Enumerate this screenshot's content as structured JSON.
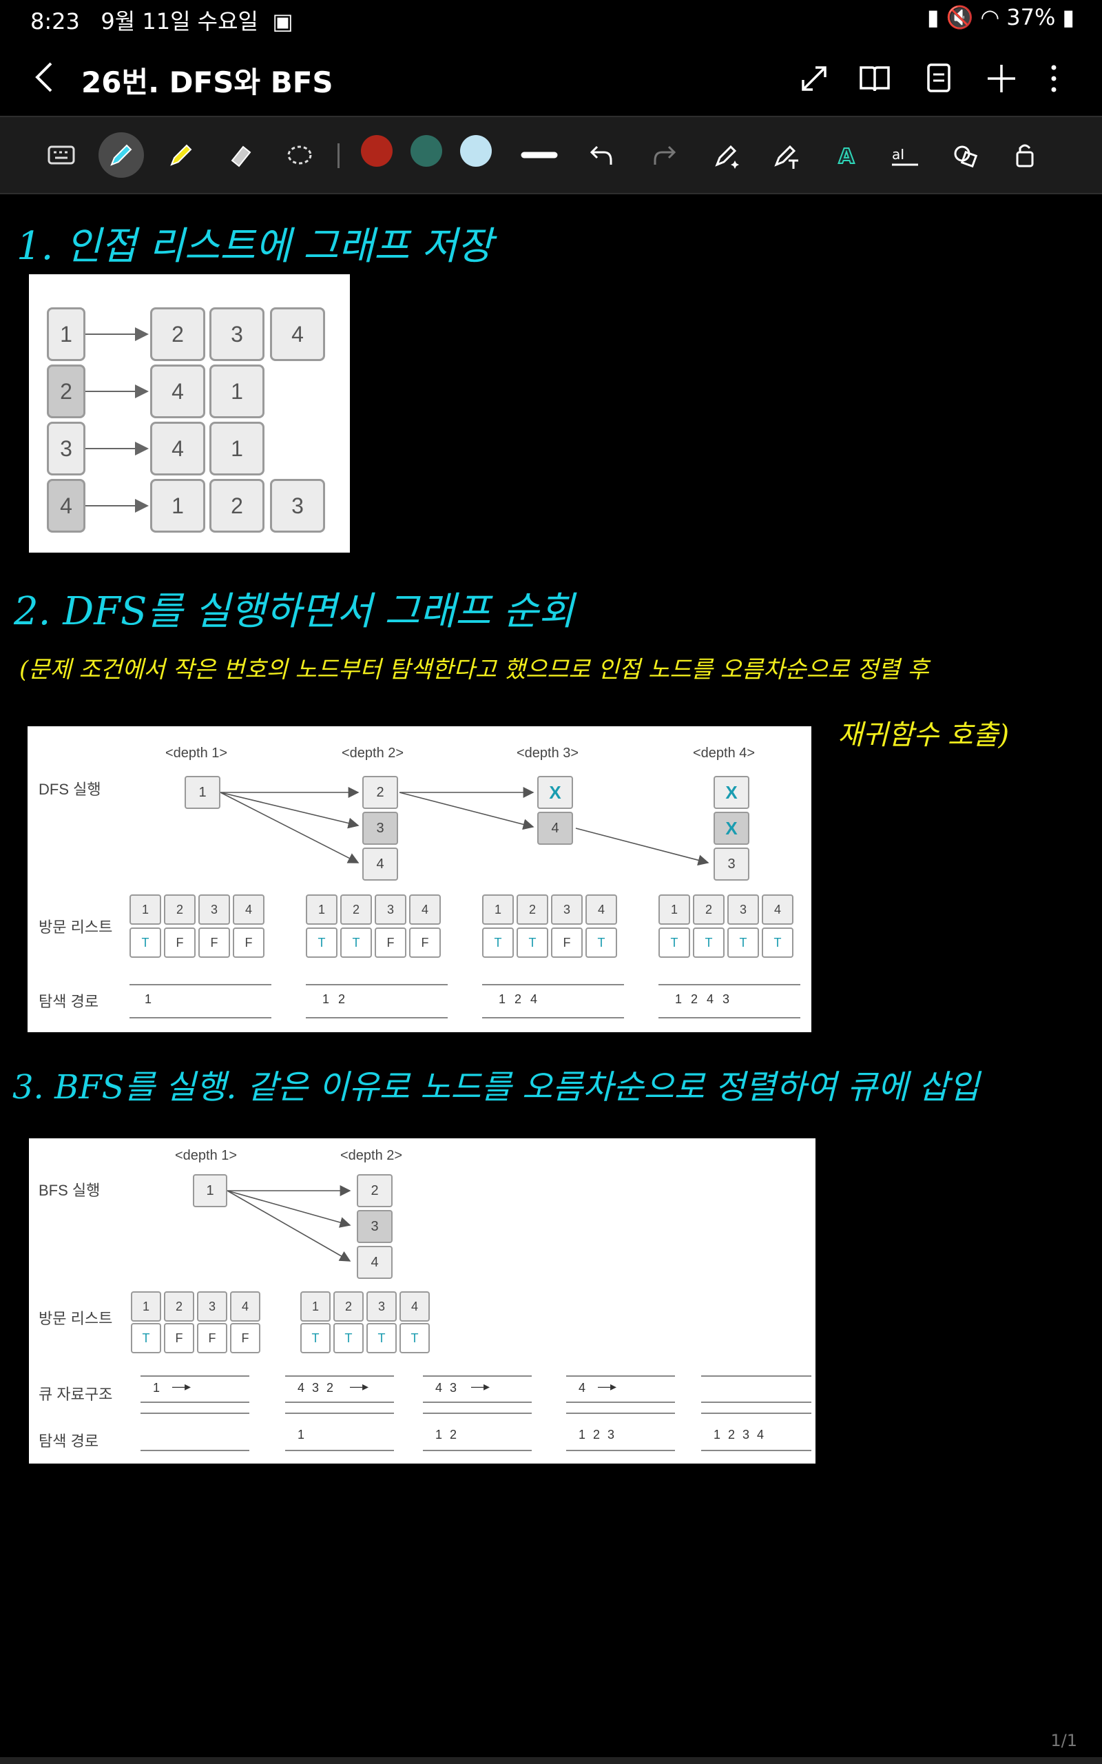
{
  "status": {
    "time": "8:23",
    "date": "9월 11일 수요일",
    "battery": "37%"
  },
  "header": {
    "title": "26번. DFS와 BFS"
  },
  "toolbar": {
    "colors": [
      "#b0261a",
      "#2e6e62",
      "#bfe3f2"
    ]
  },
  "notes": {
    "h1": "1. 인접 리스트에 그래프 저장",
    "h2": "2. DFS를 실행하면서 그래프 순회",
    "note1": "(문제 조건에서 작은 번호의 노드부터 탐색한다고 했으므로 인접 노드를 오름차순으로 정렬 후",
    "note2": "재귀함수 호출)",
    "h3": "3. BFS를 실행. 같은 이유로 노드를 오름차순으로 정렬하여 큐에 삽입"
  },
  "adjacency": {
    "rows": [
      {
        "node": "1",
        "neighbors": [
          "2",
          "3",
          "4"
        ]
      },
      {
        "node": "2",
        "neighbors": [
          "4",
          "1"
        ]
      },
      {
        "node": "3",
        "neighbors": [
          "4",
          "1"
        ]
      },
      {
        "node": "4",
        "neighbors": [
          "1",
          "2",
          "3"
        ]
      }
    ]
  },
  "dfs": {
    "run_label": "DFS 실행",
    "visit_label": "방문 리스트",
    "path_label": "탐색 경로",
    "depths": [
      "<depth 1>",
      "<depth 2>",
      "<depth 3>",
      "<depth 4>"
    ],
    "nodes": {
      "d1": [
        "1"
      ],
      "d2": [
        "2",
        "3",
        "4"
      ],
      "d3": [
        "X",
        "4"
      ],
      "d4": [
        "X",
        "X",
        "3"
      ]
    },
    "visit_header": [
      "1",
      "2",
      "3",
      "4"
    ],
    "visits": [
      [
        "T",
        "F",
        "F",
        "F"
      ],
      [
        "T",
        "T",
        "F",
        "F"
      ],
      [
        "T",
        "T",
        "F",
        "T"
      ],
      [
        "T",
        "T",
        "T",
        "T"
      ]
    ],
    "paths": [
      "1",
      "1 2",
      "1 2 4",
      "1 2 4 3"
    ]
  },
  "bfs": {
    "run_label": "BFS 실행",
    "visit_label": "방문 리스트",
    "queue_label": "큐 자료구조",
    "path_label": "탐색 경로",
    "depths": [
      "<depth 1>",
      "<depth 2>"
    ],
    "nodes": {
      "d1": [
        "1"
      ],
      "d2": [
        "2",
        "3",
        "4"
      ]
    },
    "visit_header": [
      "1",
      "2",
      "3",
      "4"
    ],
    "visits": [
      [
        "T",
        "F",
        "F",
        "F"
      ],
      [
        "T",
        "T",
        "T",
        "T"
      ]
    ],
    "queues": [
      "1",
      "4 3 2",
      "4 3",
      "4",
      ""
    ],
    "paths": [
      "",
      "1",
      "1 2",
      "1 2 3",
      "1 2 3 4"
    ]
  },
  "page_indicator": "1/1"
}
